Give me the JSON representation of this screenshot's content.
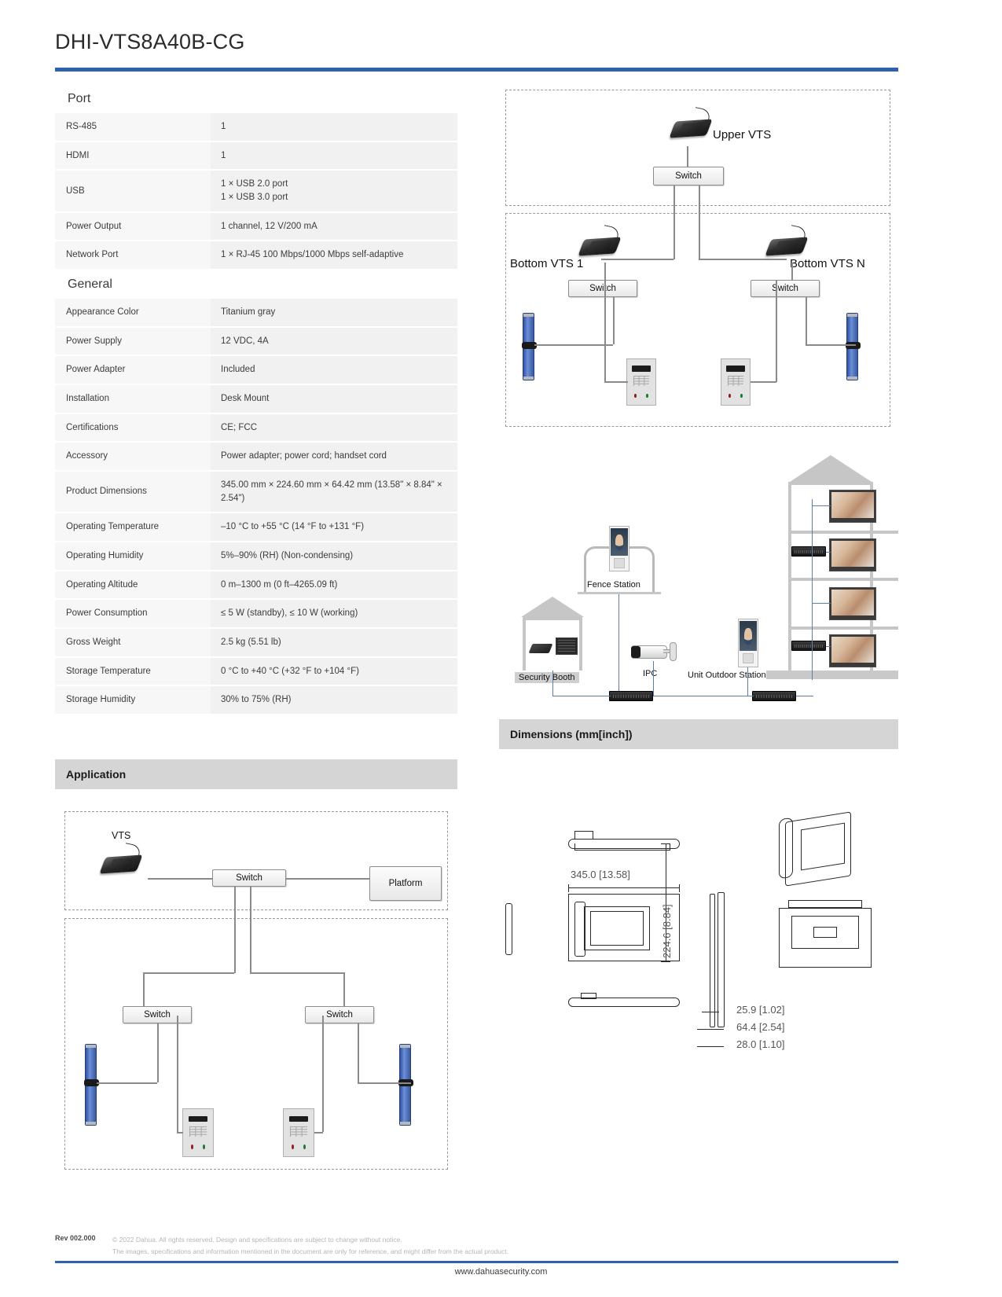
{
  "document": {
    "title": "DHI-VTS8A40B-CG",
    "accent_color": "#2e62ae"
  },
  "specs": {
    "groups": [
      {
        "name": "Port",
        "rows": [
          {
            "key": "RS-485",
            "value": "1"
          },
          {
            "key": "HDMI",
            "value": "1"
          },
          {
            "key": "USB",
            "value": "1 × USB 2.0 port\n1 × USB 3.0 port"
          },
          {
            "key": "Power Output",
            "value": "1 channel, 12 V/200 mA"
          },
          {
            "key": "Network Port",
            "value": "1 × RJ-45 100 Mbps/1000 Mbps self-adaptive"
          }
        ]
      },
      {
        "name": "General",
        "rows": [
          {
            "key": "Appearance Color",
            "value": "Titanium gray"
          },
          {
            "key": "Power Supply",
            "value": "12 VDC, 4A"
          },
          {
            "key": "Power Adapter",
            "value": "Included"
          },
          {
            "key": "Installation",
            "value": "Desk Mount"
          },
          {
            "key": "Certifications",
            "value": "CE; FCC"
          },
          {
            "key": "Accessory",
            "value": "Power adapter; power cord; handset cord"
          },
          {
            "key": "Product Dimensions",
            "value": "345.00 mm × 224.60 mm × 64.42 mm (13.58\" × 8.84\" × 2.54\")"
          },
          {
            "key": "Operating Temperature",
            "value": "–10 °C to +55 °C (14 °F to +131 °F)"
          },
          {
            "key": "Operating Humidity",
            "value": "5%–90% (RH) (Non-condensing)"
          },
          {
            "key": "Operating Altitude",
            "value": "0 m–1300 m (0 ft–4265.09 ft)"
          },
          {
            "key": "Power Consumption",
            "value": "≤ 5 W (standby), ≤ 10 W (working)"
          },
          {
            "key": "Gross Weight",
            "value": "2.5 kg (5.51 lb)"
          },
          {
            "key": "Storage Temperature",
            "value": "0 °C to +40 °C (+32 °F to +104 °F)"
          },
          {
            "key": "Storage Humidity",
            "value": "30% to 75% (RH)"
          }
        ]
      }
    ]
  },
  "sections": {
    "application_title": "Application",
    "dimensions_title": "Dimensions (mm[inch])"
  },
  "vts_topology_diagram": {
    "upper_vts_label": "Upper VTS",
    "upper_switch_label": "Switch",
    "bottom_vts_1_label": "Bottom VTS 1",
    "bottom_vts_n_label": "Bottom VTS N",
    "left_switch_label": "Switch",
    "right_switch_label": "Switch"
  },
  "residential_diagram": {
    "fence_station_label": "Fence Station",
    "security_booth_label": "Security Booth",
    "ipc_label": "IPC",
    "unit_outdoor_station_label": "Unit Outdoor Station"
  },
  "application_diagram": {
    "vts_label": "VTS",
    "top_switch_label": "Switch",
    "platform_label": "Platform",
    "left_switch_label": "Switch",
    "right_switch_label": "Switch"
  },
  "dimensions_drawing": {
    "width_label": "345.0 [13.58]",
    "height_label": "224.6 [8.84]",
    "depth_a_label": "25.9 [1.02]",
    "depth_b_label": "64.4 [2.54]",
    "depth_c_label": "28.0 [1.10]"
  },
  "footer": {
    "revision": "Rev 002.000",
    "copyright_line_1": "© 2022 Dahua. All rights reserved. Design and specifications are subject to change without notice.",
    "copyright_line_2": "The images, specifications and information mentioned in the document are only for reference, and might differ from the actual product.",
    "url": "www.dahuasecurity.com"
  }
}
